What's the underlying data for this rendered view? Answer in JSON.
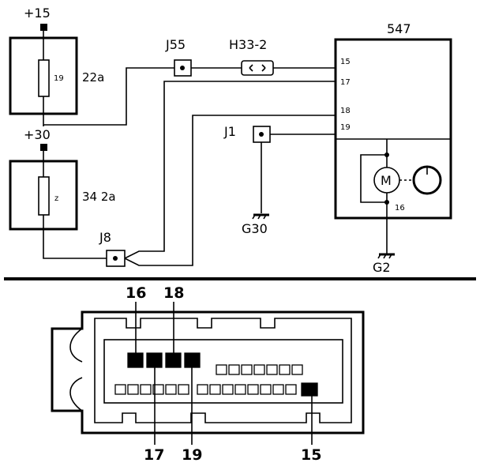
{
  "supply": {
    "top_label": "+15",
    "mid_label": "+30"
  },
  "fuse1": {
    "number": "19",
    "rating": "22a"
  },
  "fuse2": {
    "number": "z",
    "rating": "34 2a"
  },
  "junctions": {
    "j55": "J55",
    "j1": "J1",
    "j8": "J8"
  },
  "connector_h33": "H33-2",
  "module": {
    "label": "547",
    "pins": [
      "15",
      "17",
      "18",
      "19"
    ],
    "motor_symbol": "M",
    "motor_pin": "16"
  },
  "grounds": {
    "g30": "G30",
    "g2": "G2"
  },
  "connector_view": {
    "callouts_top": [
      "16",
      "18"
    ],
    "callouts_bottom": [
      "17",
      "19",
      "15"
    ]
  }
}
